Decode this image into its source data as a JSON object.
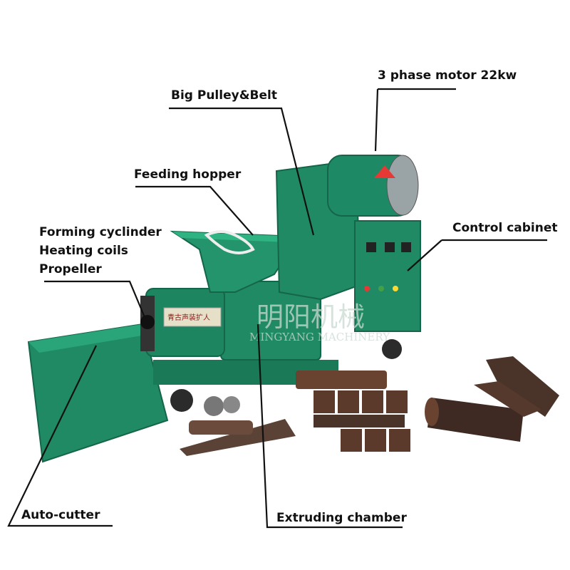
{
  "labels": {
    "motor": "3 phase motor 22kw",
    "pulley": "Big Pulley&Belt",
    "hopper": "Feeding hopper",
    "forming": "Forming cyclinder",
    "heating": "Heating coils",
    "propeller": "Propeller",
    "control": "Control cabinet",
    "cutter": "Auto-cutter",
    "extruding": "Extruding chamber"
  },
  "watermark": {
    "cn": "明阳机械",
    "en": "MINGYANG MACHINERY",
    "plate": "青古声装扩人"
  },
  "colors": {
    "machine_green": "#1f8a63",
    "machine_dark": "#166a4b",
    "briquette": "#4a3329"
  }
}
